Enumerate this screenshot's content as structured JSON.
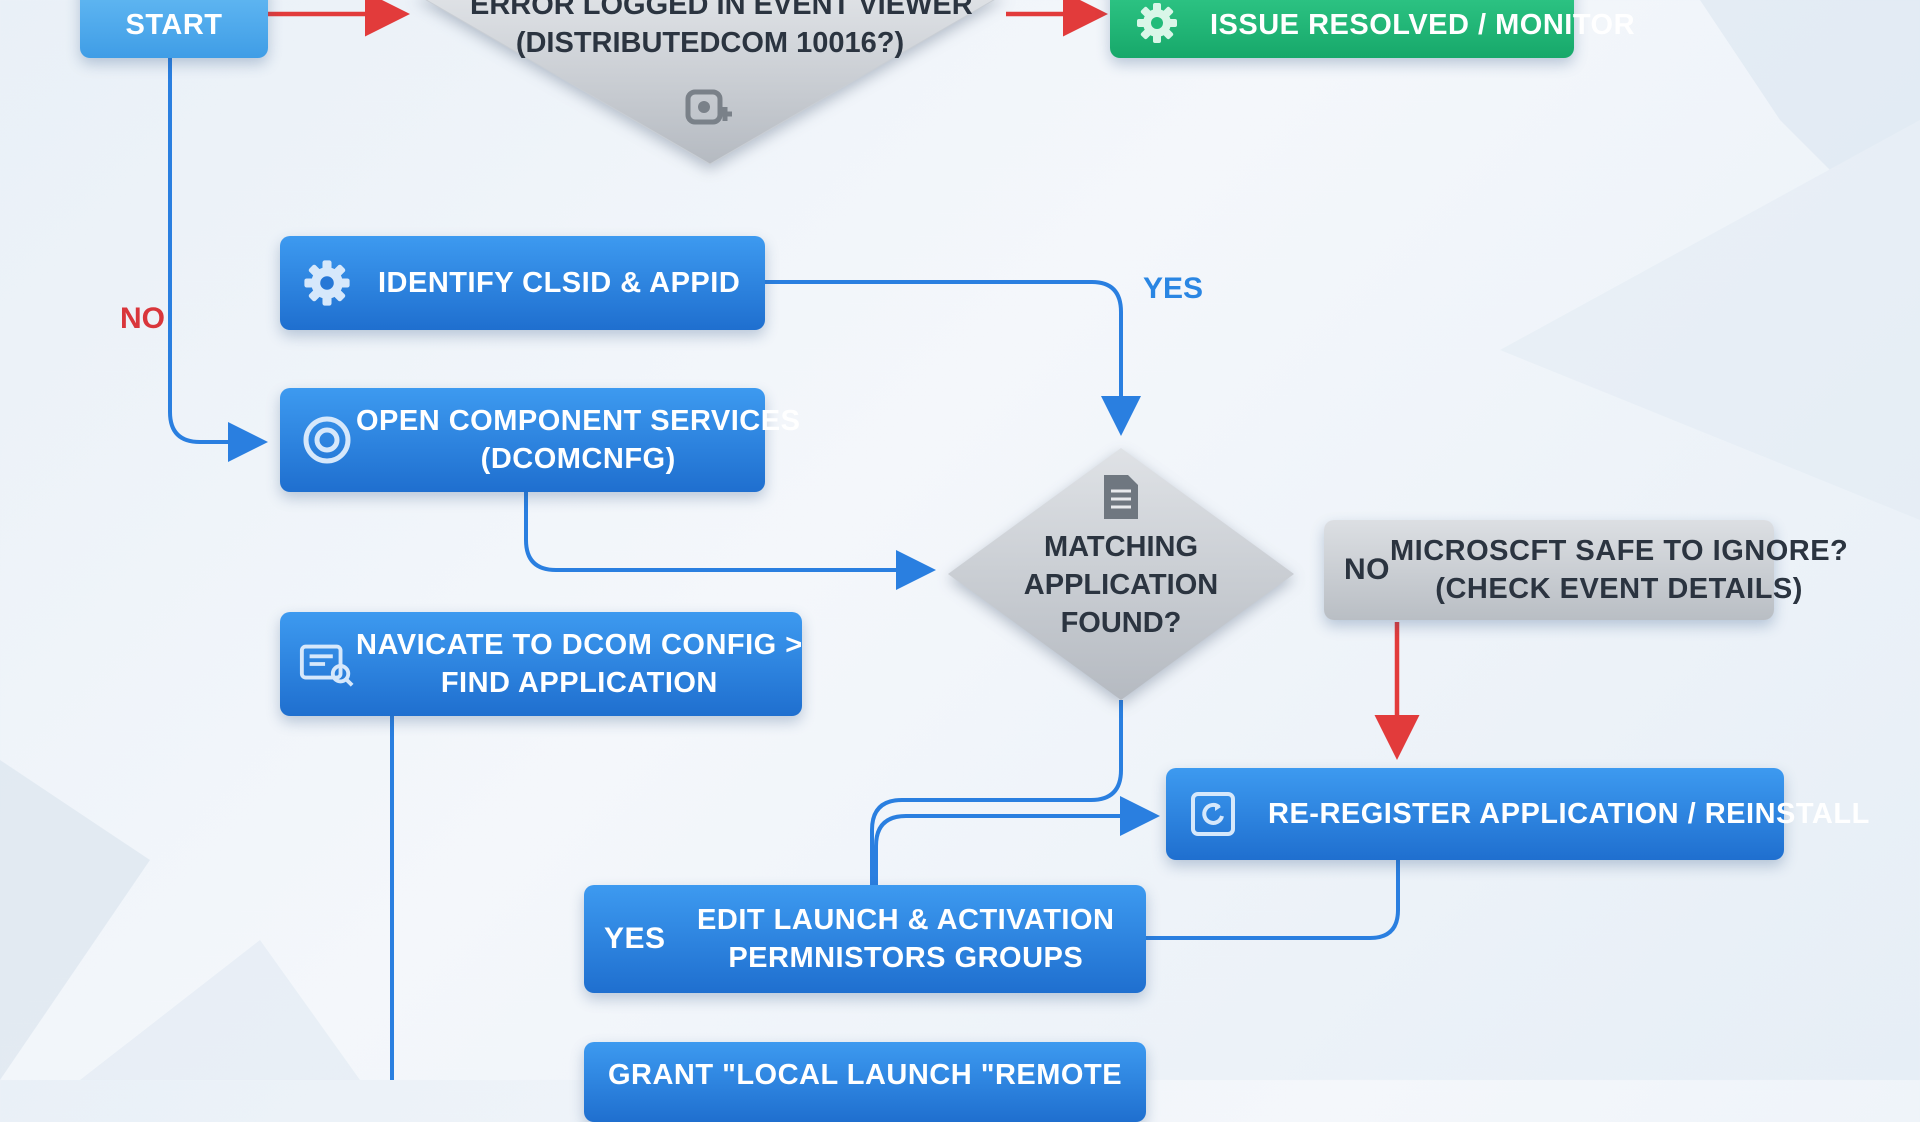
{
  "nodes": {
    "start": "START",
    "error_logged_line1": "ERROR LOGGED IN EVENT VIEWER",
    "error_logged_line2": "(DISTRIBUTEDCOM 10016?)",
    "issue_resolved": "ISSUE RESOLVED / MONITOR",
    "identify_clsid": "IDENTIFY CLSID & APPID",
    "open_component_line1": "OPEN COMPONENT SERVICES",
    "open_component_line2": "(DCOMCNFG)",
    "matching_line1": "MATCHING",
    "matching_line2": "APPLICATION",
    "matching_line3": "FOUND?",
    "microsoft_tag": "NO",
    "microsoft_line1": "MICROSCFT SAFE TO IGNORE?",
    "microsoft_line2": "(CHECK EVENT DETAILS)",
    "navigate_line1": "NAVICATE TO DCOM CONFIG >",
    "navigate_line2": "FIND APPLICATION",
    "reregister": "RE-REGISTER APPLICATION / REINSTALL",
    "edit_tag": "YES",
    "edit_line1": "EDIT LAUNCH & ACTIVATION",
    "edit_line2": "PERMNISTORS GROUPS",
    "grant": "GRANT \"LOCAL LAUNCH \"REMOTE"
  },
  "edge_labels": {
    "no_left": "NO",
    "yes_right": "YES"
  },
  "icons": [
    "gear-icon",
    "dcom-icon",
    "target-icon",
    "document-icon",
    "config-search-icon",
    "refresh-icon"
  ],
  "colors": {
    "process_blue": "#2a86e3",
    "start_blue": "#56b0f2",
    "resolved_green": "#22bb7a",
    "decision_gray": "#c3c7cc",
    "arrow_red": "#e23b3b",
    "arrow_blue": "#2a7fe0",
    "label_no_red": "#d9363b",
    "label_yes_blue": "#2a86e3"
  }
}
